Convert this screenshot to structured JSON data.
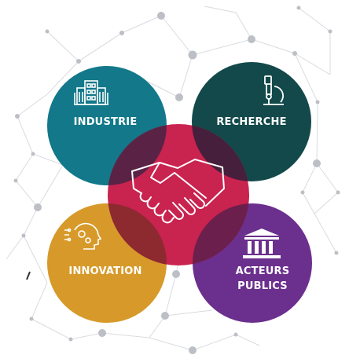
{
  "circles": {
    "industrie": {
      "label": "INDUSTRIE",
      "color": "#12788a",
      "icon": "building-icon"
    },
    "recherche": {
      "label": "RECHERCHE",
      "color": "#13494a",
      "icon": "microscope-icon"
    },
    "innovation": {
      "label": "INNOVATION",
      "color": "#d79a2a",
      "icon": "head-gears-icon"
    },
    "acteurs_publics": {
      "label_line1": "ACTEURS",
      "label_line2": "PUBLICS",
      "color": "#6b2f8d",
      "icon": "institution-icon"
    },
    "center": {
      "color": "#c9234f",
      "icon": "handshake-icon"
    }
  },
  "overlap_colors": {
    "industrie_center": "#5a2346",
    "recherche_center": "#451f3b",
    "innovation_center": "#8c2a30",
    "acteurs_center": "#6b1f4d"
  }
}
